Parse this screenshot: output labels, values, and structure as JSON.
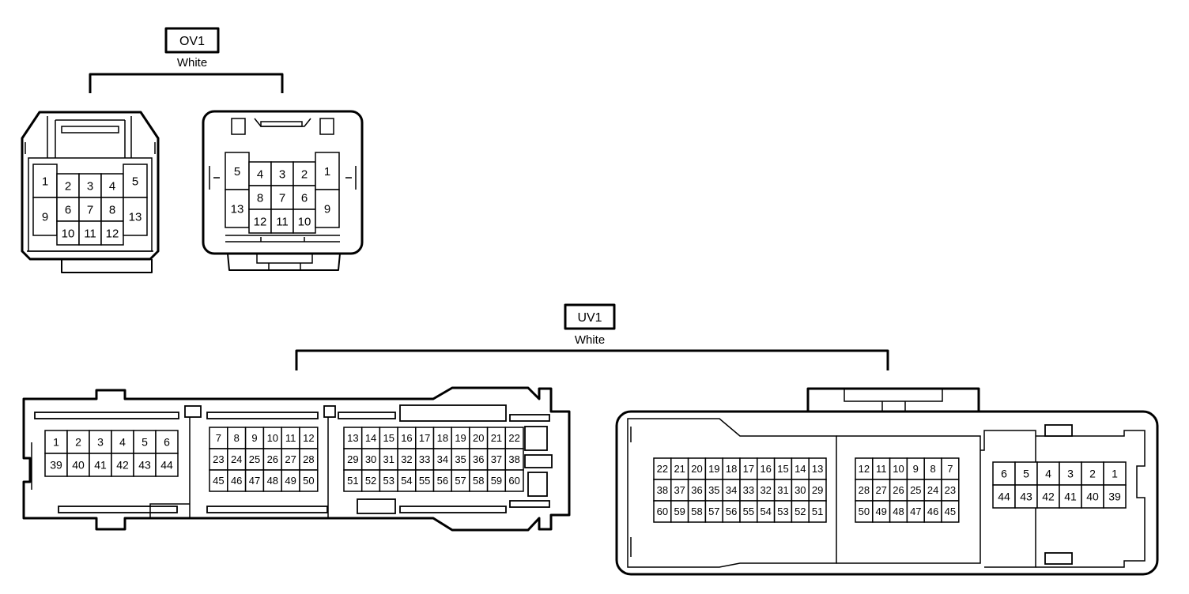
{
  "connectors": [
    {
      "code": "OV1",
      "color": "White",
      "views": [
        {
          "cells": [
            {
              "pin": "1"
            },
            {
              "pin": "9"
            },
            {
              "pin": "2"
            },
            {
              "pin": "3"
            },
            {
              "pin": "4"
            },
            {
              "pin": "6"
            },
            {
              "pin": "7"
            },
            {
              "pin": "8"
            },
            {
              "pin": "10"
            },
            {
              "pin": "11"
            },
            {
              "pin": "12"
            },
            {
              "pin": "5"
            },
            {
              "pin": "13"
            }
          ]
        },
        {
          "cells": [
            {
              "pin": "5"
            },
            {
              "pin": "13"
            },
            {
              "pin": "4"
            },
            {
              "pin": "3"
            },
            {
              "pin": "2"
            },
            {
              "pin": "8"
            },
            {
              "pin": "7"
            },
            {
              "pin": "6"
            },
            {
              "pin": "12"
            },
            {
              "pin": "11"
            },
            {
              "pin": "10"
            },
            {
              "pin": "1"
            },
            {
              "pin": "9"
            }
          ]
        }
      ]
    },
    {
      "code": "UV1",
      "color": "White",
      "views": [
        {
          "blocks": [
            {
              "rows": [
                [
                  "1",
                  "2",
                  "3",
                  "4",
                  "5",
                  "6"
                ],
                [
                  "39",
                  "40",
                  "41",
                  "42",
                  "43",
                  "44"
                ]
              ]
            },
            {
              "rows": [
                [
                  "7",
                  "8",
                  "9",
                  "10",
                  "11",
                  "12"
                ],
                [
                  "23",
                  "24",
                  "25",
                  "26",
                  "27",
                  "28"
                ],
                [
                  "45",
                  "46",
                  "47",
                  "48",
                  "49",
                  "50"
                ]
              ]
            },
            {
              "rows": [
                [
                  "13",
                  "14",
                  "15",
                  "16",
                  "17",
                  "18",
                  "19",
                  "20",
                  "21",
                  "22"
                ],
                [
                  "29",
                  "30",
                  "31",
                  "32",
                  "33",
                  "34",
                  "35",
                  "36",
                  "37",
                  "38"
                ],
                [
                  "51",
                  "52",
                  "53",
                  "54",
                  "55",
                  "56",
                  "57",
                  "58",
                  "59",
                  "60"
                ]
              ]
            }
          ]
        },
        {
          "blocks": [
            {
              "rows": [
                [
                  "22",
                  "21",
                  "20",
                  "19",
                  "18",
                  "17",
                  "16",
                  "15",
                  "14",
                  "13"
                ],
                [
                  "38",
                  "37",
                  "36",
                  "35",
                  "34",
                  "33",
                  "32",
                  "31",
                  "30",
                  "29"
                ],
                [
                  "60",
                  "59",
                  "58",
                  "57",
                  "56",
                  "55",
                  "54",
                  "53",
                  "52",
                  "51"
                ]
              ]
            },
            {
              "rows": [
                [
                  "12",
                  "11",
                  "10",
                  "9",
                  "8",
                  "7"
                ],
                [
                  "28",
                  "27",
                  "26",
                  "25",
                  "24",
                  "23"
                ],
                [
                  "50",
                  "49",
                  "48",
                  "47",
                  "46",
                  "45"
                ]
              ]
            },
            {
              "rows": [
                [
                  "6",
                  "5",
                  "4",
                  "3",
                  "2",
                  "1"
                ],
                [
                  "44",
                  "43",
                  "42",
                  "41",
                  "40",
                  "39"
                ]
              ]
            }
          ]
        }
      ]
    }
  ]
}
